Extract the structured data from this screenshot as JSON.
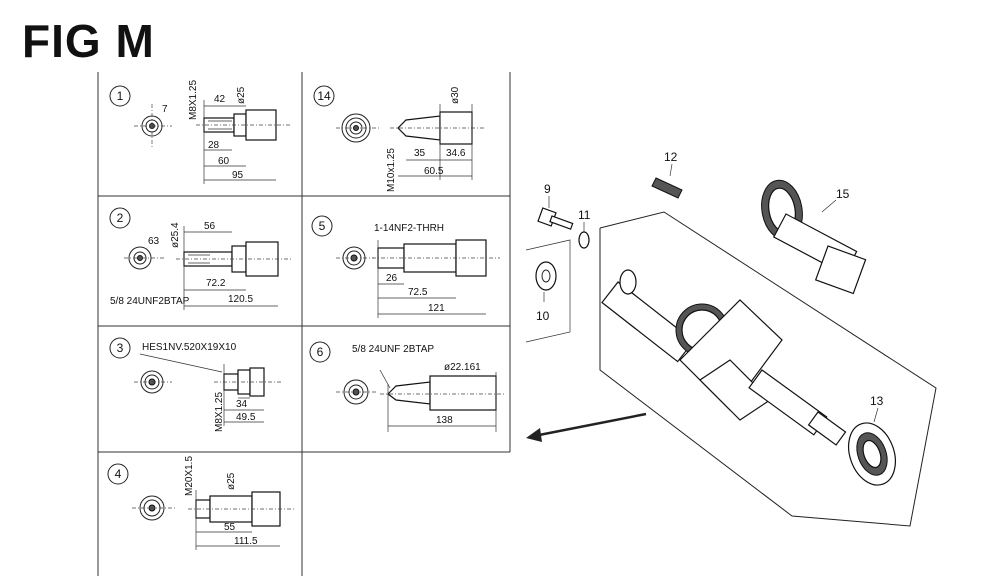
{
  "figure": {
    "title": "FIG M"
  },
  "panels": [
    {
      "id": "1",
      "labels": [
        "7",
        "M8X1.25",
        "42",
        "ø25",
        "28",
        "60",
        "95"
      ]
    },
    {
      "id": "14",
      "labels": [
        "ø30",
        "M10x1.25",
        "35",
        "34.6",
        "60.5"
      ]
    },
    {
      "id": "2",
      "labels": [
        "63",
        "ø25.4",
        "56",
        "72.2",
        "120.5",
        "5/8  24UNF2BTAP"
      ]
    },
    {
      "id": "5",
      "labels": [
        "1-14NF2-THRH",
        "26",
        "72.5",
        "121"
      ]
    },
    {
      "id": "3",
      "labels": [
        "HES1NV.520X19X10",
        "M8X1.25",
        "34",
        "49.5"
      ]
    },
    {
      "id": "6",
      "labels": [
        "5/8  24UNF 2BTAP",
        "ø22.161",
        "138"
      ]
    },
    {
      "id": "4",
      "labels": [
        "M20X1.5",
        "ø25",
        "55",
        "111.5"
      ]
    }
  ],
  "callouts": [
    "9",
    "11",
    "10",
    "12",
    "15",
    "13"
  ]
}
